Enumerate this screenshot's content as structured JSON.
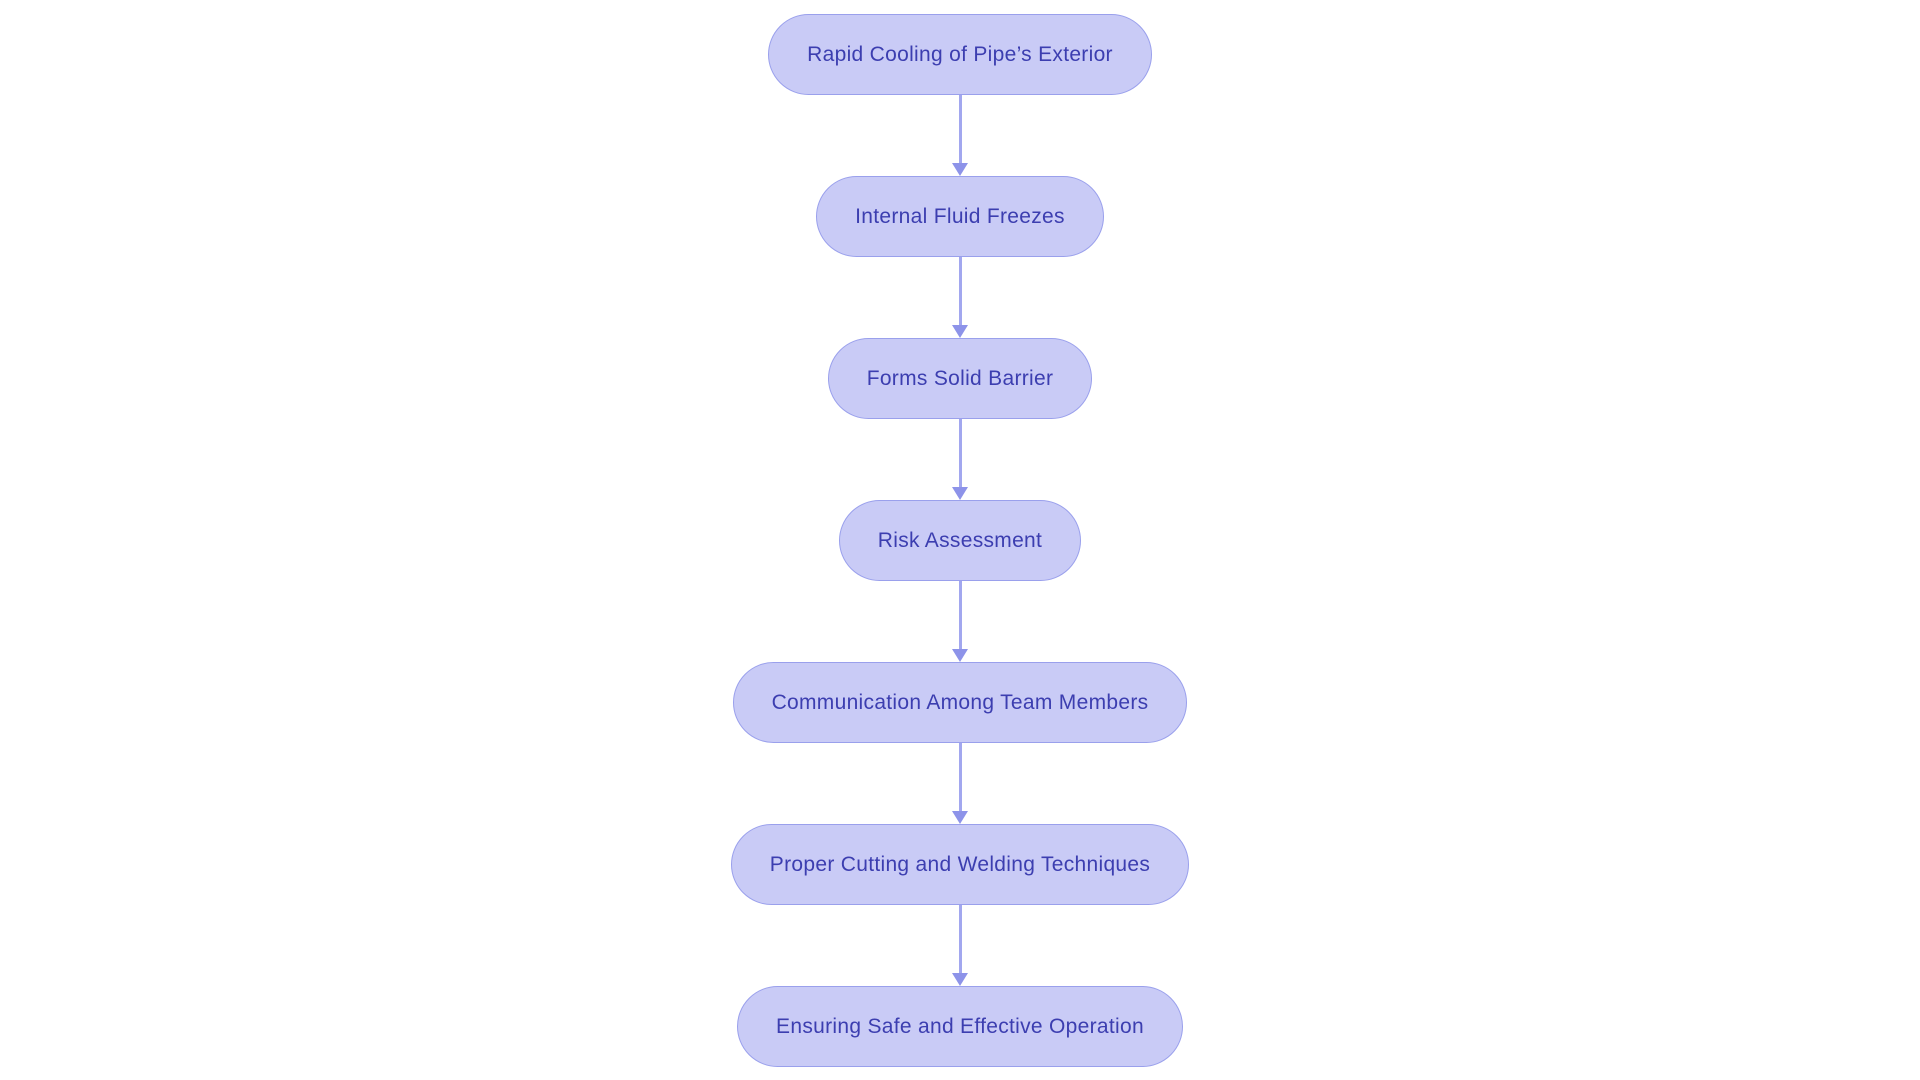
{
  "flowchart": {
    "type": "flowchart",
    "orientation": "top-down",
    "background_color": "#ffffff",
    "colors": {
      "node_fill": "#c9cbf6",
      "node_border": "#9aa0ec",
      "node_text": "#3c3eb0",
      "connector_line": "#a2a7ef",
      "arrowhead": "#8d93e9"
    },
    "nodes": [
      {
        "label": "Rapid Cooling of Pipe’s Exterior"
      },
      {
        "label": "Internal Fluid Freezes"
      },
      {
        "label": "Forms Solid Barrier"
      },
      {
        "label": "Risk Assessment"
      },
      {
        "label": "Communication Among Team Members"
      },
      {
        "label": "Proper Cutting and Welding Techniques"
      },
      {
        "label": "Ensuring Safe and Effective Operation"
      }
    ],
    "edges": [
      {
        "from": 0,
        "to": 1
      },
      {
        "from": 1,
        "to": 2
      },
      {
        "from": 2,
        "to": 3
      },
      {
        "from": 3,
        "to": 4
      },
      {
        "from": 4,
        "to": 5
      },
      {
        "from": 5,
        "to": 6
      }
    ]
  }
}
